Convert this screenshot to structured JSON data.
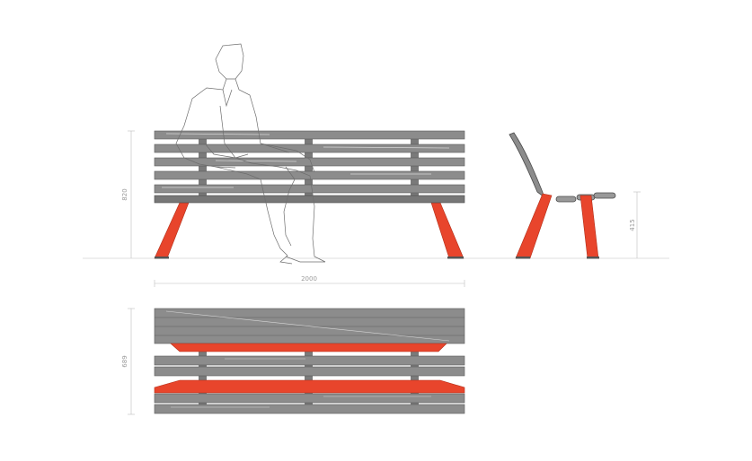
{
  "drawing": {
    "dimensions": {
      "back_height": "820",
      "seat_height": "415",
      "length": "2000",
      "depth": "689"
    },
    "colors": {
      "slat": "#8c8c8c",
      "slat_edge": "#5a5a5a",
      "frame": "#e8452c",
      "frame_dark": "#b22e18",
      "dimension_line": "#bdbdbd",
      "ground": "#cfcfcf",
      "figure": "#6e6e6e"
    }
  }
}
